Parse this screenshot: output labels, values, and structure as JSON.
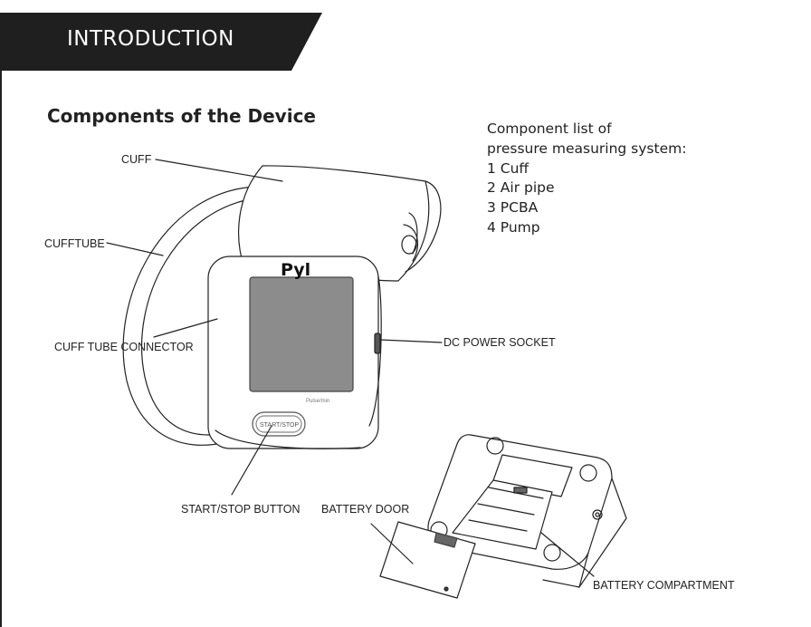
{
  "header": {
    "title": "INTRODUCTION"
  },
  "section": {
    "title": "Components of the Device"
  },
  "component_list": {
    "heading_line1": "Component list of",
    "heading_line2": "pressure measuring system:",
    "items": [
      "1 Cuff",
      "2 Air pipe",
      "3 PCBA",
      "4 Pump"
    ]
  },
  "labels": {
    "cuff": "CUFF",
    "cufftube": "CUFFTUBE",
    "cuff_tube_connector": "CUFF TUBE CONNECTOR",
    "dc_power_socket": "DC POWER SOCKET",
    "start_stop_button": "START/STOP BUTTON",
    "battery_door": "BATTERY DOOR",
    "battery_compartment": "BATTERY COMPARTMENT"
  },
  "device": {
    "brand_logo": "Pyl",
    "screen_caption": "Pulse/min",
    "button_text": "START/STOP"
  }
}
